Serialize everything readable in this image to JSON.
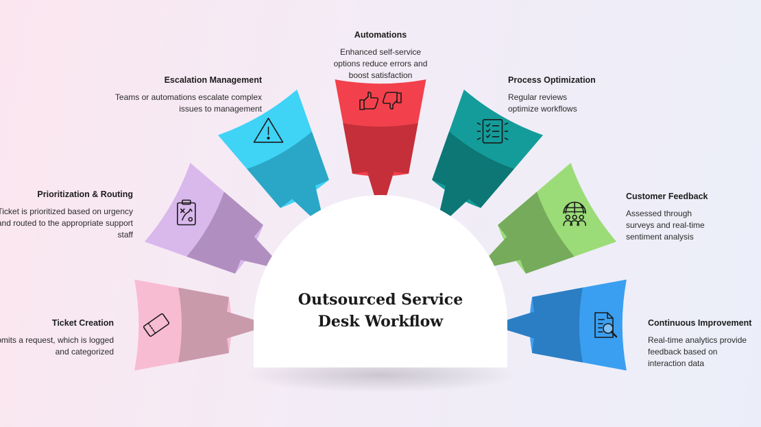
{
  "center_title": {
    "line1": "Outsourced Service",
    "line2": "Desk Workflow"
  },
  "steps": [
    {
      "title": "Ticket Creation",
      "description": "User submits a request, which is logged and categorized",
      "icon": "ticket-icon",
      "color": "#f8bcd2",
      "shade": "#c99aaa"
    },
    {
      "title": "Prioritization & Routing",
      "description": "Ticket is prioritized based on urgency and routed to the appropriate support staff",
      "icon": "clipboard-strategy-icon",
      "color": "#d9b8ec",
      "shade": "#b08fc0"
    },
    {
      "title": "Escalation Management",
      "description": "Teams or automations escalate complex issues to management",
      "icon": "warning-icon",
      "color": "#3fd3f6",
      "shade": "#2aa7c6"
    },
    {
      "title": "Automations",
      "description": "Enhanced self-service options reduce errors and boost satisfaction",
      "icon": "thumbs-up-down-icon",
      "color": "#f2414c",
      "shade": "#c42f3a"
    },
    {
      "title": "Process Optimization",
      "description": "Regular reviews optimize workflows",
      "icon": "checklist-document-icon",
      "color": "#139c9a",
      "shade": "#0d7775"
    },
    {
      "title": "Customer Feedback",
      "description": "Assessed through surveys and real-time sentiment analysis",
      "icon": "global-users-icon",
      "color": "#9bdc78",
      "shade": "#76ab5c"
    },
    {
      "title": "Continuous Improvement",
      "description": "Real-time analytics provide feedback based on interaction data",
      "icon": "document-search-icon",
      "color": "#3a9ff0",
      "shade": "#2b7ec3"
    }
  ]
}
